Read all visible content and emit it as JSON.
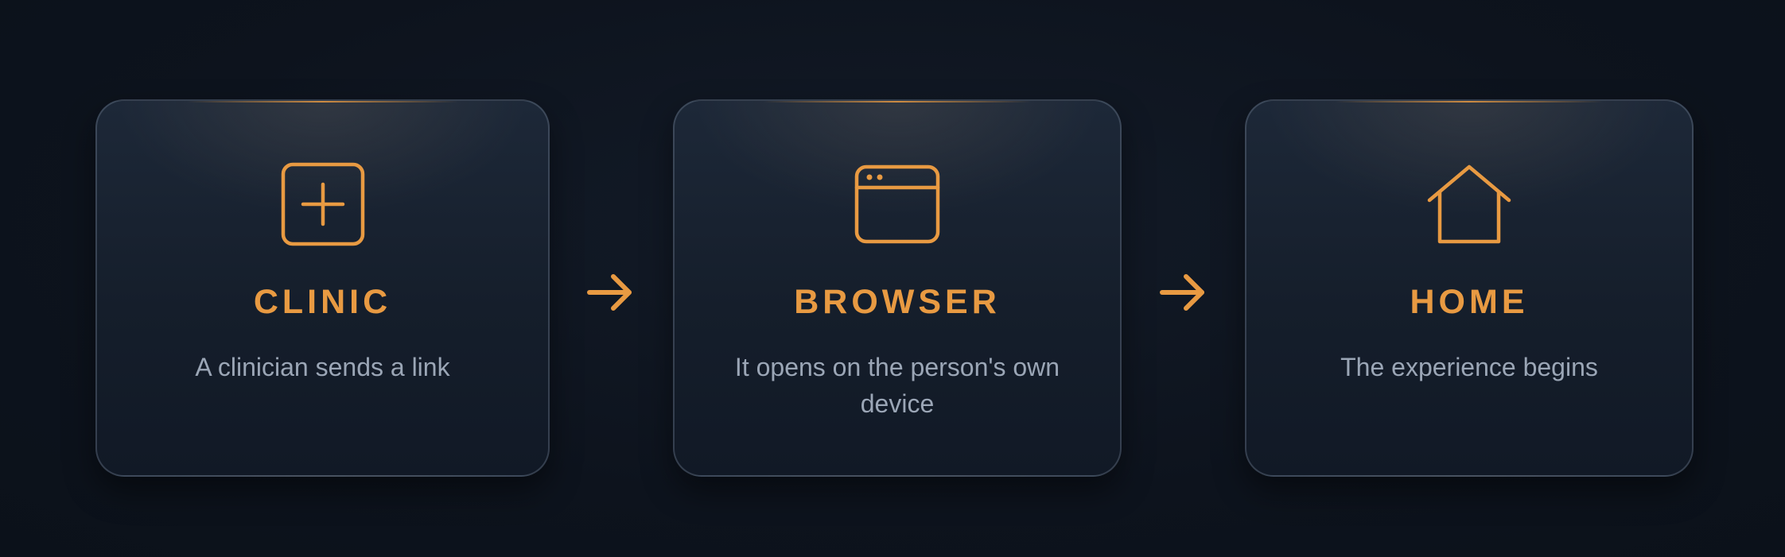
{
  "colors": {
    "accent": "#e89a42",
    "background": "#0d131d",
    "card": "#1a2433",
    "description_text": "#9ba6b6"
  },
  "steps": [
    {
      "title": "CLINIC",
      "description": "A clinician sends a link",
      "icon": "medical-plus-square-icon"
    },
    {
      "title": "BROWSER",
      "description": "It opens on the person's own device",
      "icon": "browser-window-icon"
    },
    {
      "title": "HOME",
      "description": "The experience begins",
      "icon": "house-icon"
    }
  ],
  "connectors": [
    {
      "icon": "arrow-right-icon"
    },
    {
      "icon": "arrow-right-icon"
    }
  ]
}
